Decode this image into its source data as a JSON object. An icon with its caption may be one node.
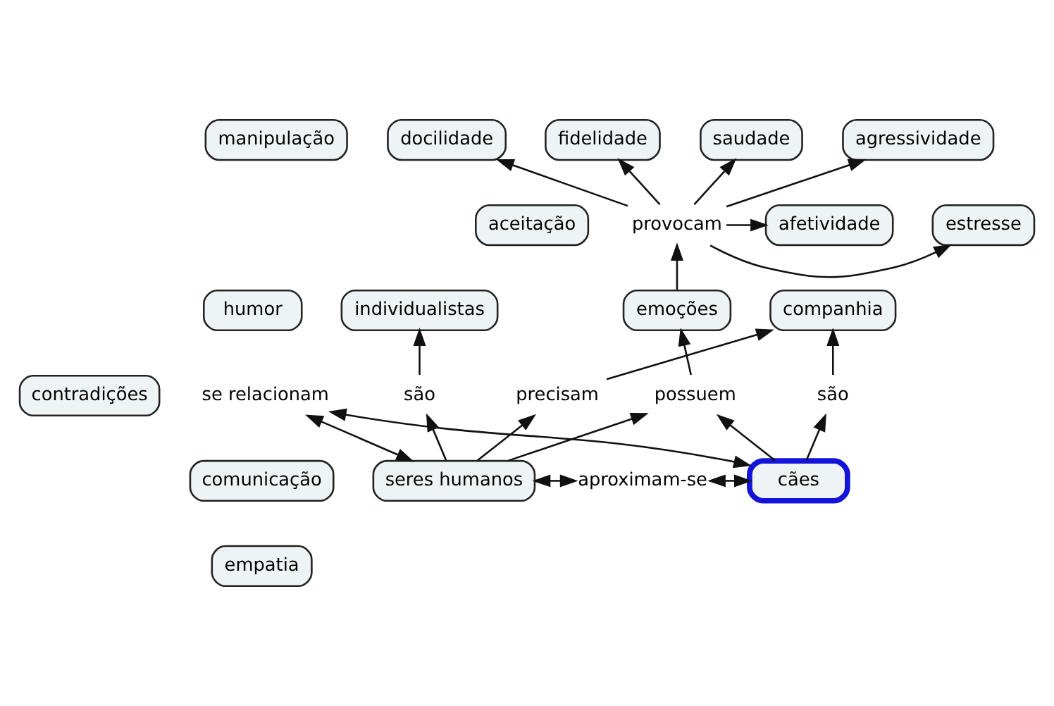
{
  "diagram": {
    "nodes": [
      {
        "text": [
          "manipulação"
        ]
      },
      {
        "text": [
          "docilidade"
        ]
      },
      {
        "text": [
          "fidelidade"
        ]
      },
      {
        "text": [
          "saudade"
        ]
      },
      {
        "text": [
          "estresse"
        ]
      },
      {
        "text": [
          "afetividade"
        ]
      },
      {
        "text": [
          "provocam"
        ]
      },
      {
        "text": [
          "aceitação"
        ]
      },
      {
        "text": [
          "emoções"
        ]
      },
      {
        "text": [
          "agressividade"
        ]
      },
      {
        "text": [
          "possuem"
        ]
      },
      {
        "text": [
          "humor"
        ]
      },
      {
        "text": [
          "se relacionam"
        ]
      },
      {
        "text": [
          "cães"
        ]
      },
      {
        "text": [
          "contradições"
        ]
      },
      {
        "text": [
          "seres humanos"
        ]
      },
      {
        "text": [
          "aproximam-se"
        ]
      },
      {
        "text": [
          "são"
        ]
      },
      {
        "text": [
          "são"
        ]
      },
      {
        "text": [
          "precisam"
        ]
      },
      {
        "text": [
          "comunicação"
        ]
      },
      {
        "text": [
          "companhia"
        ]
      },
      {
        "text": [
          "individualistas"
        ]
      },
      {
        "text": [
          "empatia"
        ]
      }
    ],
    "edges": [
      {
        "from": 8,
        "to": 6,
        "arrow": "to"
      },
      {
        "from": 6,
        "to": 1,
        "arrow": "to"
      },
      {
        "from": 6,
        "to": 2,
        "arrow": "to"
      },
      {
        "from": 6,
        "to": 3,
        "arrow": "to"
      },
      {
        "from": 6,
        "to": 5,
        "arrow": "to"
      },
      {
        "from": 6,
        "to": 9,
        "arrow": "to"
      },
      {
        "from": 6,
        "to": 4,
        "arrow": "to"
      },
      {
        "from": 10,
        "to": 8,
        "arrow": "to"
      },
      {
        "from": 15,
        "to": 10,
        "arrow": "to"
      },
      {
        "from": 13,
        "to": 10,
        "arrow": "to"
      },
      {
        "from": 15,
        "to": 12,
        "arrow": "both"
      },
      {
        "from": 12,
        "to": 13,
        "arrow": "both"
      },
      {
        "from": 15,
        "to": 16,
        "arrow": "both"
      },
      {
        "from": 16,
        "to": 13,
        "arrow": "both"
      },
      {
        "from": 13,
        "to": 17,
        "arrow": "to"
      },
      {
        "from": 17,
        "to": 21,
        "arrow": "to"
      },
      {
        "from": 15,
        "to": 18,
        "arrow": "to"
      },
      {
        "from": 18,
        "to": 22,
        "arrow": "to"
      },
      {
        "from": 15,
        "to": 19,
        "arrow": "to"
      },
      {
        "from": 19,
        "to": 21,
        "arrow": "to"
      }
    ]
  }
}
